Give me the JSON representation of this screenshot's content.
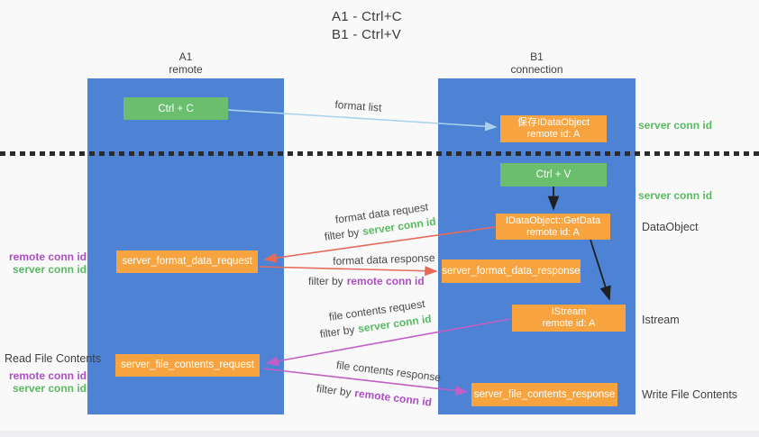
{
  "title": {
    "line1": "A1 - Ctrl+C",
    "line2": "B1 - Ctrl+V"
  },
  "lanes": {
    "left": {
      "id": "A1",
      "name": "remote"
    },
    "right": {
      "id": "B1",
      "name": "connection"
    }
  },
  "buttons": {
    "copy": "Ctrl + C",
    "paste": "Ctrl + V"
  },
  "boxes": {
    "save_dataobject": {
      "title": "保存IDataObject",
      "subtitle": "remote id: A"
    },
    "getdata": {
      "title": "IDataObject::GetData",
      "subtitle": "remote id: A"
    },
    "istream": {
      "title": "IStream",
      "subtitle": "remote id: A"
    },
    "format_request": {
      "title": "server_format_data_request"
    },
    "format_response": {
      "title": "server_format_data_response"
    },
    "file_request": {
      "title": "server_file_contents_request"
    },
    "file_response": {
      "title": "server_file_contents_response"
    }
  },
  "arrow_labels": {
    "format_list": "format list",
    "format_data_request": "format data request",
    "format_data_response": "format data response",
    "file_contents_request": "file contents request",
    "file_contents_response": "file contents response",
    "filter_by": "filter by",
    "server_conn_id": "server conn id",
    "remote_conn_id": "remote conn id"
  },
  "side_labels": {
    "server_conn_id_top": "server conn id",
    "server_conn_id_mid": "server conn id",
    "dataobject": "DataObject",
    "istream": "Istream",
    "read_file_contents": "Read File Contents",
    "write_file_contents": "Write File Contents",
    "remote_conn_id": "remote conn id",
    "server_conn_id": "server conn id"
  },
  "colors": {
    "lane_blue": "#4d82d4",
    "action_green": "#6abe6d",
    "message_orange": "#f7a440",
    "request_arrow_red": "#e66a5a",
    "response_arrow_purple": "#c05fc5",
    "format_list_arrow_blue": "#a8d2ee",
    "black_arrow": "#1f1f1f",
    "conn_id_green": "#58bb62",
    "conn_id_purple": "#ad4ec5",
    "text_dark": "#3f3f3f"
  }
}
